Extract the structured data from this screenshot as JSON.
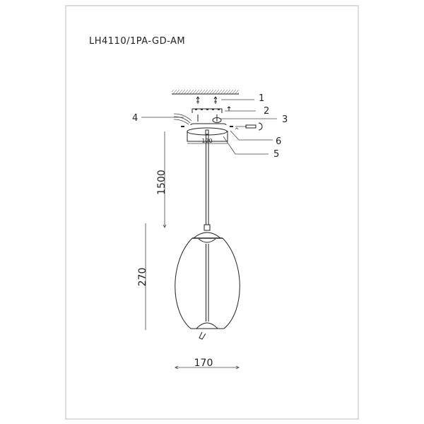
{
  "title": "LH4110/1PA-GD-AM",
  "callouts": [
    "1",
    "2",
    "3",
    "4",
    "5",
    "6"
  ],
  "dimensions": {
    "canopy_diameter": "120",
    "cord_length": "1500",
    "shade_height": "270",
    "shade_diameter": "170"
  }
}
